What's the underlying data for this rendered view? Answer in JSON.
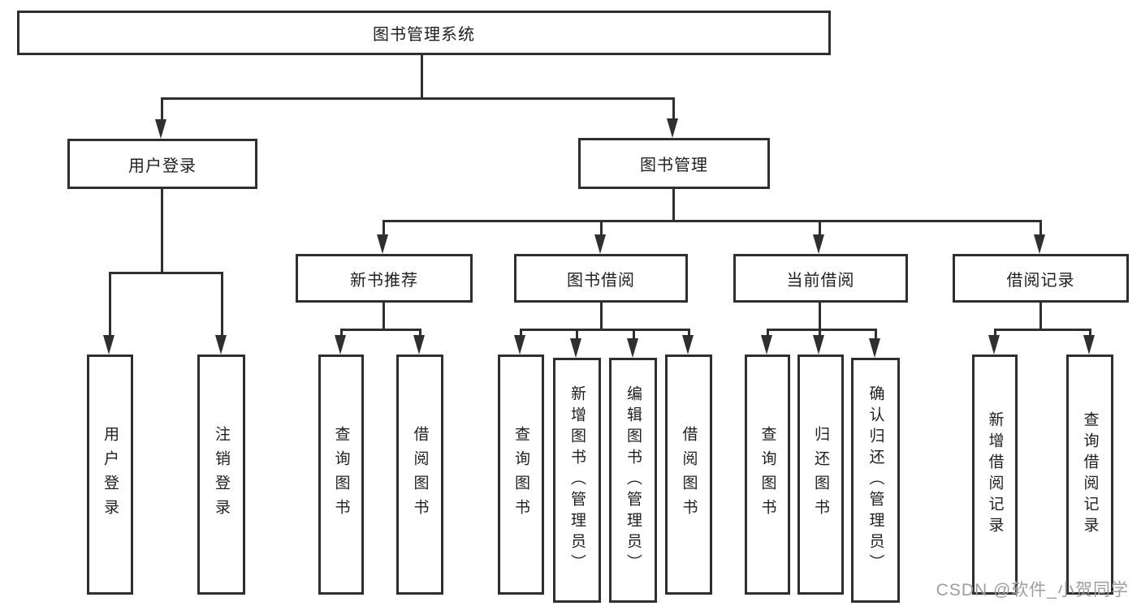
{
  "diagram": {
    "title_node": {
      "label": "图书管理系统"
    },
    "level2": [
      {
        "id": "user-login",
        "label": "用户登录"
      },
      {
        "id": "book-management",
        "label": "图书管理"
      }
    ],
    "level3": [
      {
        "id": "new-book-recommend",
        "label": "新书推荐"
      },
      {
        "id": "book-borrowing",
        "label": "图书借阅"
      },
      {
        "id": "current-borrowing",
        "label": "当前借阅"
      },
      {
        "id": "borrowing-records",
        "label": "借阅记录"
      }
    ],
    "leaves": {
      "user_login": [
        {
          "label": "用户登录"
        },
        {
          "label": "注销登录"
        }
      ],
      "new_book": [
        {
          "label": "查询图书"
        },
        {
          "label": "借阅图书"
        }
      ],
      "book_borrow": [
        {
          "label": "查询图书"
        },
        {
          "label": "新增图书（管理员）"
        },
        {
          "label": "编辑图书（管理员）"
        },
        {
          "label": "借阅图书"
        }
      ],
      "current_borrow": [
        {
          "label": "查询图书"
        },
        {
          "label": "归还图书"
        },
        {
          "label": "确认归还（管理员）"
        }
      ],
      "records": [
        {
          "label": "新增借阅记录"
        },
        {
          "label": "查询借阅记录"
        }
      ]
    }
  },
  "watermark": {
    "text": "CSDN @软件_小贺同学",
    "color": "#9e9e9e"
  },
  "colors": {
    "line": "#2f2f2f",
    "box_background": "#ffffff",
    "text": "#1f1f1f",
    "page_background": "#ffffff"
  }
}
